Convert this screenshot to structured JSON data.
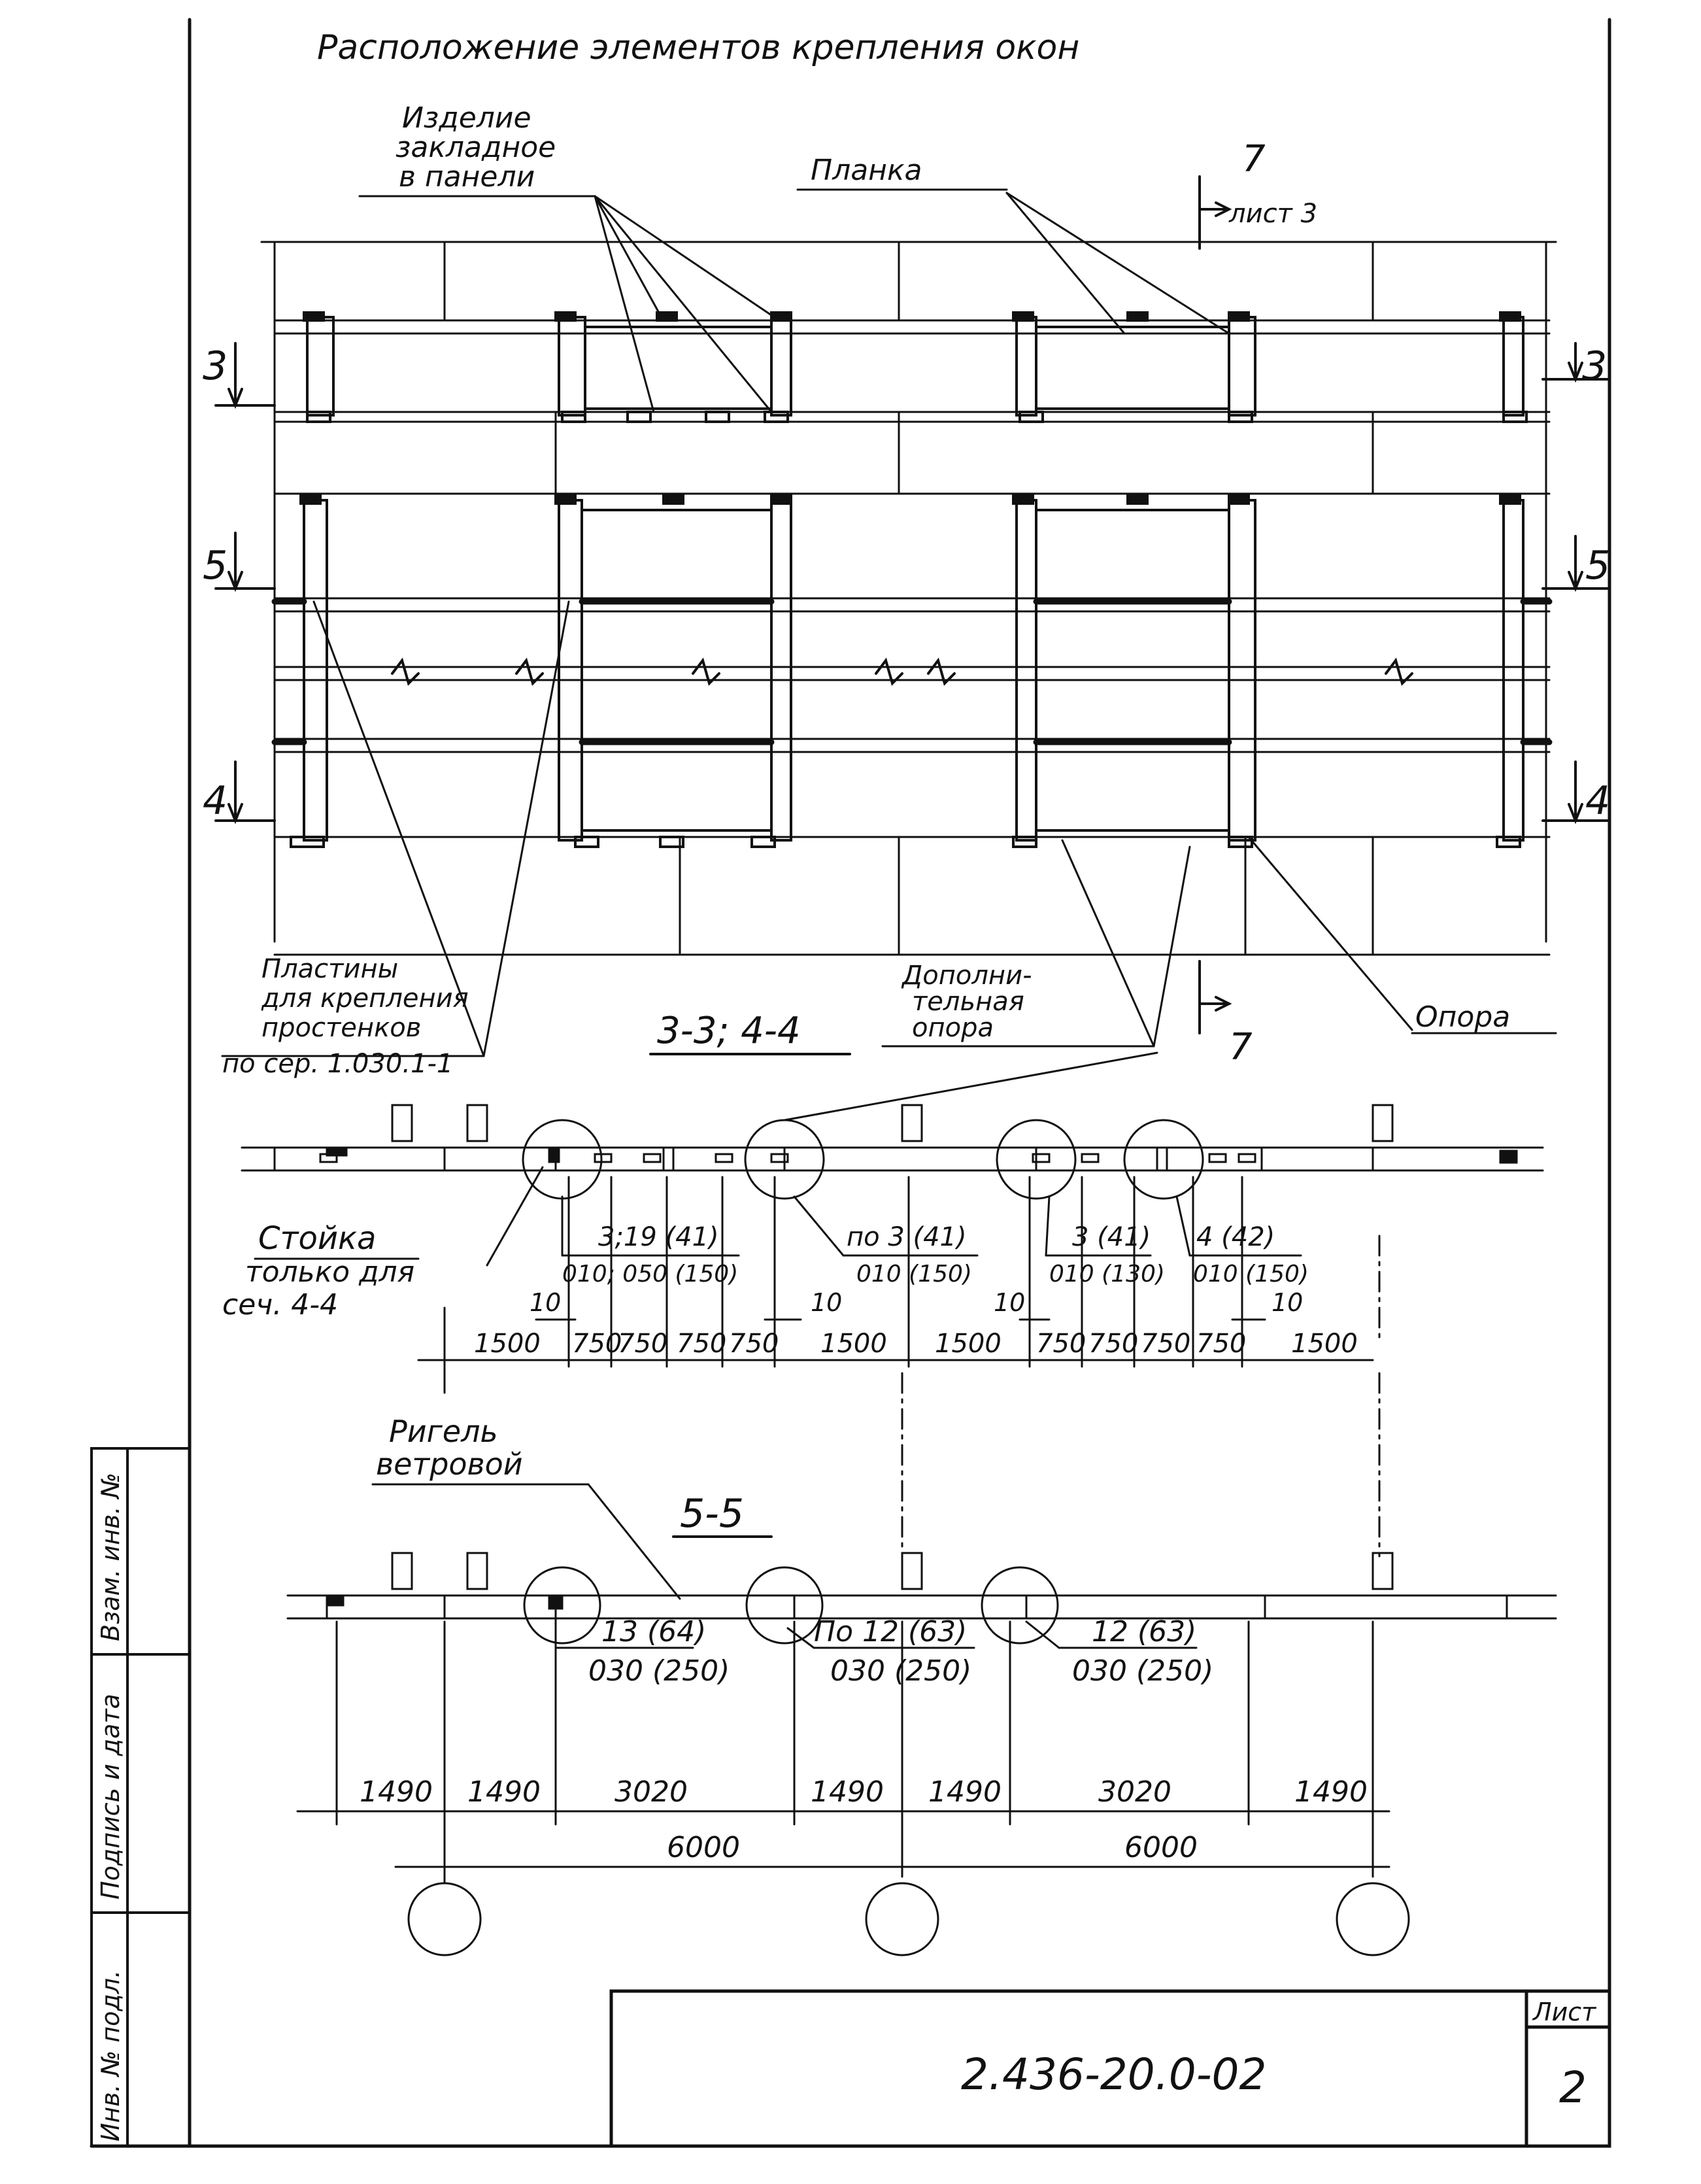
{
  "title": "Расположение элементов крепления окон",
  "labels": {
    "embedded_part": [
      "Изделие",
      "закладное",
      "в панели"
    ],
    "plank": "Планка",
    "plates": [
      "Пластины",
      "для крепления",
      "простенков",
      "по сер. 1.030.1-1"
    ],
    "additional_support": [
      "Дополни-",
      "тельная",
      "опора"
    ],
    "support": "Опора",
    "post": [
      "Стойка",
      "только для",
      "сеч. 4-4"
    ],
    "wind_girt": [
      "Ригель",
      "ветровой"
    ]
  },
  "section_marks": {
    "s3": "3",
    "s5": "5",
    "s4": "4",
    "s7": "7",
    "sheet_ref": "лист 3"
  },
  "section_titles": {
    "sec34": "3-3; 4-4",
    "sec55": "5-5"
  },
  "callouts_34": [
    {
      "top": "3;19 (41)",
      "bottom": "010; 050 (150)"
    },
    {
      "top": "по 3 (41)",
      "bottom": "010 (150)"
    },
    {
      "top": "3 (41)",
      "bottom": "010 (130)"
    },
    {
      "top": "4 (42)",
      "bottom": "010 (150)"
    }
  ],
  "gaps_34": [
    "10",
    "10",
    "10",
    "10"
  ],
  "dims_34": [
    "1500",
    "750",
    "750",
    "750",
    "750",
    "1500",
    "1500",
    "750",
    "750",
    "750",
    "750",
    "1500"
  ],
  "callouts_55": [
    {
      "top": "13 (64)",
      "bottom": "030 (250)"
    },
    {
      "top": "По 12 (63)",
      "bottom": "030 (250)"
    },
    {
      "top": "12 (63)",
      "bottom": "030 (250)"
    }
  ],
  "dims_55": [
    "1490",
    "1490",
    "3020",
    "1490",
    "1490",
    "3020",
    "1490"
  ],
  "dims_axis": [
    "6000",
    "6000"
  ],
  "side_stamp": [
    "Инв. № подл.",
    "Подпись и дата",
    "Взам. инв. №"
  ],
  "title_block": {
    "code": "2.436-20.0-02",
    "sheet_label": "Лист",
    "sheet_number": "2"
  }
}
